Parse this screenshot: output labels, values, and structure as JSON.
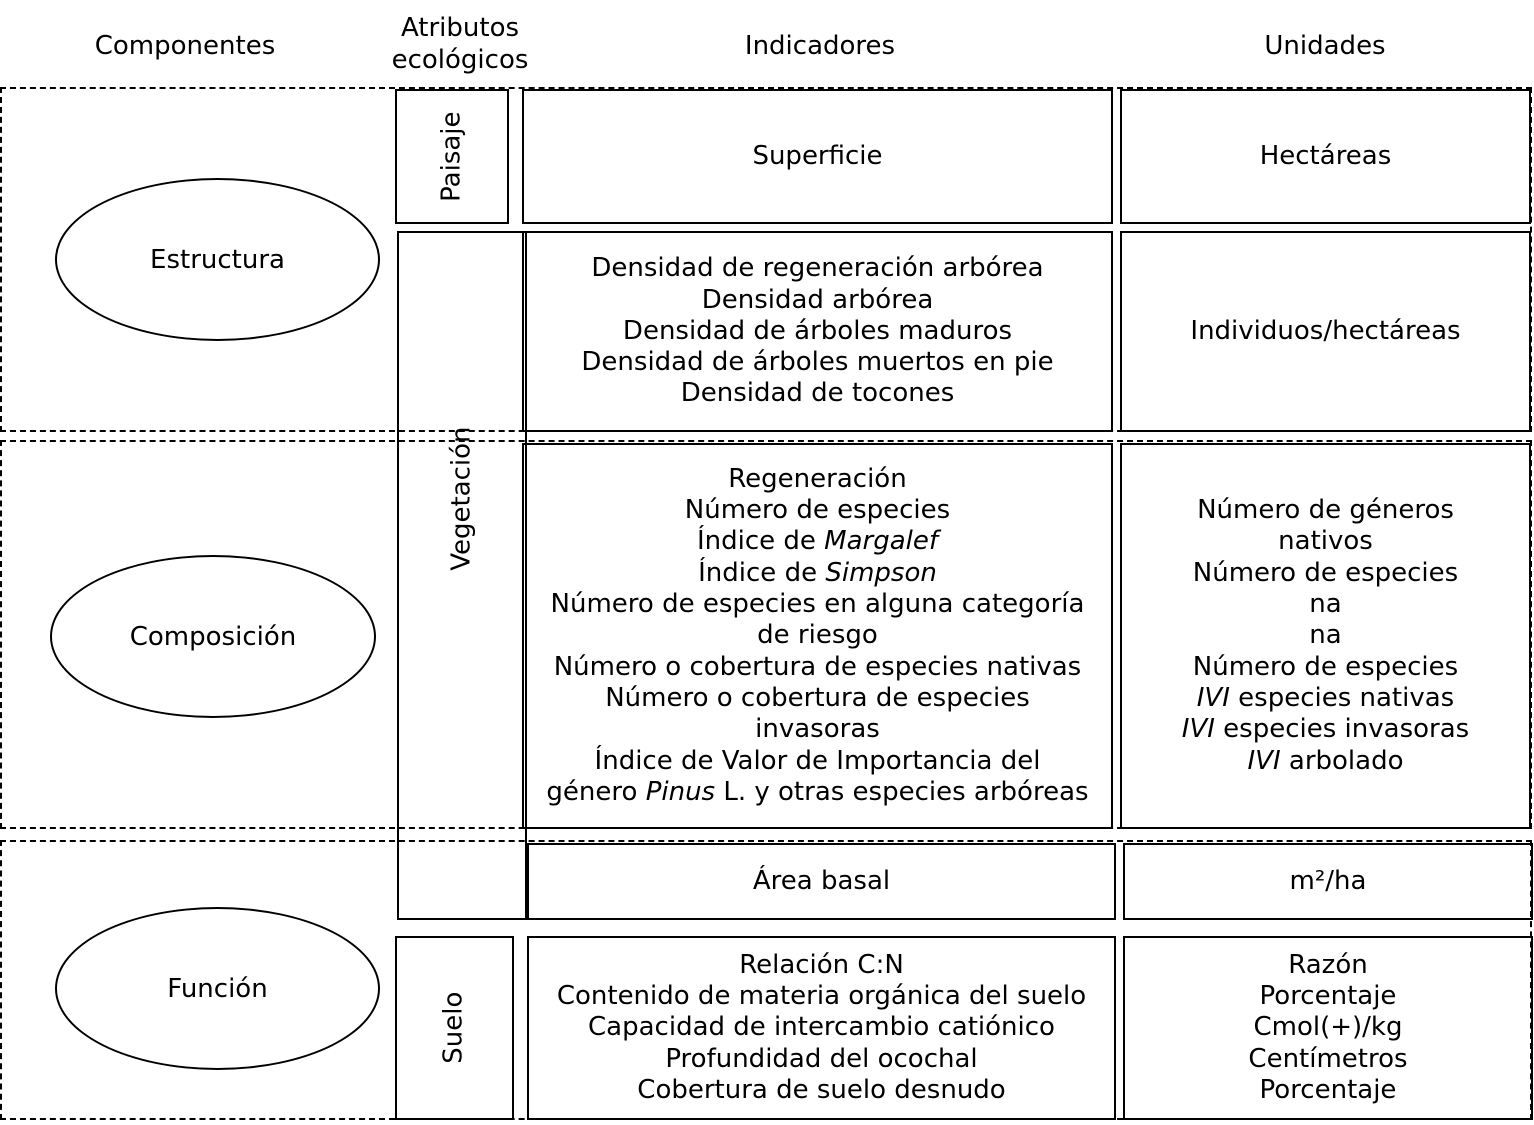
{
  "headers": {
    "componentes": "Componentes",
    "atributos1": "Atributos",
    "atributos2": "ecológicos",
    "indicadores": "Indicadores",
    "unidades": "Unidades"
  },
  "components": [
    "Estructura",
    "Composición",
    "Función"
  ],
  "attributes": [
    "Paisaje",
    "Vegetación",
    "Suelo"
  ],
  "rows": {
    "paisaje": {
      "indicators": [
        "Superficie"
      ],
      "units": [
        "Hectáreas"
      ]
    },
    "estructura": {
      "indicators": [
        "Densidad de regeneración arbórea",
        "Densidad arbórea",
        "Densidad de árboles maduros",
        "Densidad de árboles muertos en pie",
        "Densidad de tocones"
      ],
      "units": [
        "Individuos/hectáreas"
      ]
    },
    "composicion": {
      "indicators": [
        "Regeneración",
        "Número de especies",
        "Índice de Margalef",
        "Índice de Simpson",
        "Número de especies en alguna categoría",
        "de riesgo",
        "Número o cobertura de especies nativas",
        "Número o cobertura de especies",
        "invasoras",
        "Índice de Valor de Importancia del",
        "género Pinus L. y otras especies arbóreas"
      ],
      "units": [
        "Número de géneros",
        "nativos",
        "Número de especies",
        "na",
        "na",
        "Número de especies",
        "IVI especies nativas",
        "IVI especies invasoras",
        "IVI arbolado"
      ]
    },
    "area": {
      "indicators": [
        "Área basal"
      ],
      "units": [
        "m²/ha"
      ]
    },
    "suelo": {
      "indicators": [
        "Relación C:N",
        "Contenido de materia orgánica del suelo",
        "Capacidad de intercambio catiónico",
        "Profundidad del ocochal",
        "Cobertura de suelo desnudo"
      ],
      "units": [
        "Razón",
        "Porcentaje",
        "Cmol(+)/kg",
        "Centímetros",
        "Porcentaje"
      ]
    }
  }
}
